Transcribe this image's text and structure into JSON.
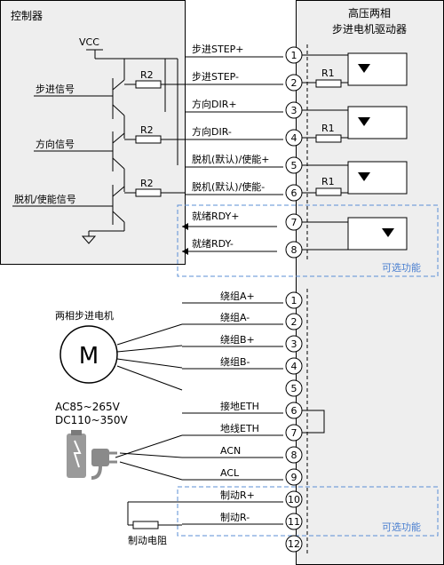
{
  "controller": {
    "title": "控制器"
  },
  "driver": {
    "title_line1": "高压两相",
    "title_line2": "步进电机驱动器"
  },
  "vcc": "VCC",
  "resistors": {
    "r2": "R2",
    "r1": "R1",
    "brake_resistor": "制动电阻"
  },
  "controller_signals": [
    "步进信号",
    "方向信号",
    "脱机/使能信号"
  ],
  "control_pins": [
    {
      "num": "1",
      "label": "步进STEP+"
    },
    {
      "num": "2",
      "label": "步进STEP-"
    },
    {
      "num": "3",
      "label": "方向DIR+"
    },
    {
      "num": "4",
      "label": "方向DIR-"
    },
    {
      "num": "5",
      "label": "脱机(默认)/使能+"
    },
    {
      "num": "6",
      "label": "脱机(默认)/使能-"
    },
    {
      "num": "7",
      "label": "就绪RDY+"
    },
    {
      "num": "8",
      "label": "就绪RDY-"
    }
  ],
  "optional_label": "可选功能",
  "motor": {
    "title": "两相步进电机",
    "symbol": "M"
  },
  "power_supply": {
    "line1": "AC85~265V",
    "line2": "DC110~350V",
    "icon": "plug-icon"
  },
  "power_pins": [
    {
      "num": "1",
      "label": "绕组A+"
    },
    {
      "num": "2",
      "label": "绕组A-"
    },
    {
      "num": "3",
      "label": "绕组B+"
    },
    {
      "num": "4",
      "label": "绕组B-"
    },
    {
      "num": "5",
      "label": ""
    },
    {
      "num": "6",
      "label": "接地ETH"
    },
    {
      "num": "7",
      "label": "地线ETH"
    },
    {
      "num": "8",
      "label": "ACN"
    },
    {
      "num": "9",
      "label": "ACL"
    },
    {
      "num": "10",
      "label": "制动R+"
    },
    {
      "num": "11",
      "label": "制动R-"
    },
    {
      "num": "12",
      "label": ""
    }
  ],
  "colors": {
    "panel": "#eeeeee",
    "optional": "#4a7fd0",
    "stroke": "#000000"
  }
}
